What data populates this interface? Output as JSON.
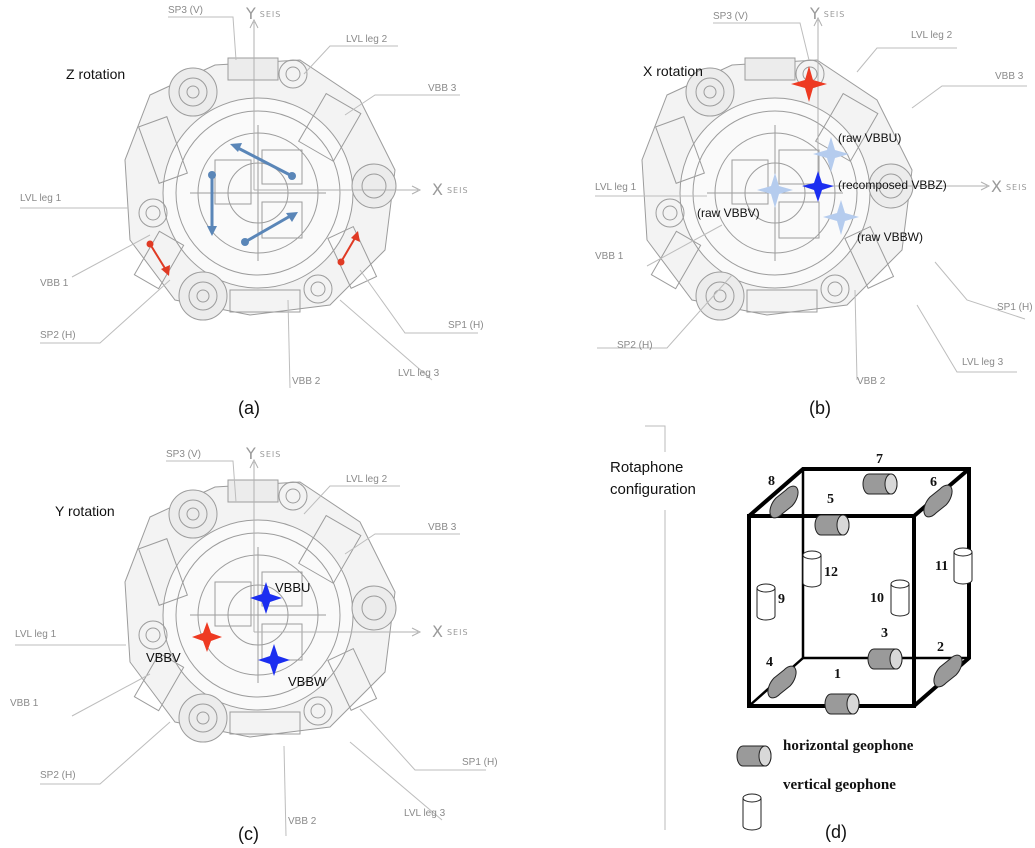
{
  "colors": {
    "blue_arrow": "#5a86b8",
    "red_arrow": "#e03a24",
    "red_star": "#ee3a22",
    "blue_star": "#1b2ef0",
    "light_star": "#b5ccee",
    "line_gray": "#b5b5b5"
  },
  "panels": {
    "a": {
      "caption": "(a)",
      "title": "Z rotation",
      "labels": {
        "sp3": "SP3 (V)",
        "lvl2": "LVL leg 2",
        "vbb3": "VBB 3",
        "lvl1": "LVL leg 1",
        "vbb1": "VBB 1",
        "sp2": "SP2 (H)",
        "vbb2": "VBB 2",
        "lvl3": "LVL leg 3",
        "sp1": "SP1 (H)"
      },
      "axis_y": "Y",
      "axis_x": "X",
      "axis_sub": "SEIS"
    },
    "b": {
      "caption": "(b)",
      "title": "X rotation",
      "labels": {
        "sp3": "SP3 (V)",
        "lvl2": "LVL leg 2",
        "vbb3": "VBB 3",
        "lvl1": "LVL leg 1",
        "vbb1": "VBB 1",
        "sp2": "SP2 (H)",
        "vbb2": "VBB 2",
        "lvl3": "LVL leg 3",
        "sp1": "SP1 (H)"
      },
      "axis_y": "Y",
      "axis_x": "X",
      "axis_sub": "SEIS",
      "annotations": {
        "raw_vbbu": "(raw VBBU)",
        "recomposed": "(recomposed VBBZ)",
        "raw_vbbv": "(raw VBBV)",
        "raw_vbbw": "(raw VBBW)"
      }
    },
    "c": {
      "caption": "(c)",
      "title": "Y rotation",
      "labels": {
        "sp3": "SP3 (V)",
        "lvl2": "LVL leg 2",
        "vbb3": "VBB 3",
        "lvl1": "LVL leg 1",
        "vbb1": "VBB 1",
        "sp2": "SP2 (H)",
        "vbb2": "VBB 2",
        "lvl3": "LVL leg 3",
        "sp1": "SP1 (H)"
      },
      "axis_y": "Y",
      "axis_x": "X",
      "axis_sub": "SEIS",
      "annotations": {
        "vbbu": "VBBU",
        "vbbv": "VBBV",
        "vbbw": "VBBW"
      }
    },
    "d": {
      "caption": "(d)",
      "title_line1": "Rotaphone",
      "title_line2": "configuration",
      "geophone_numbers": [
        "1",
        "2",
        "3",
        "4",
        "5",
        "6",
        "7",
        "8",
        "9",
        "10",
        "11",
        "12"
      ],
      "legend": {
        "horizontal": "horizontal geophone",
        "vertical": "vertical geophone"
      }
    }
  }
}
